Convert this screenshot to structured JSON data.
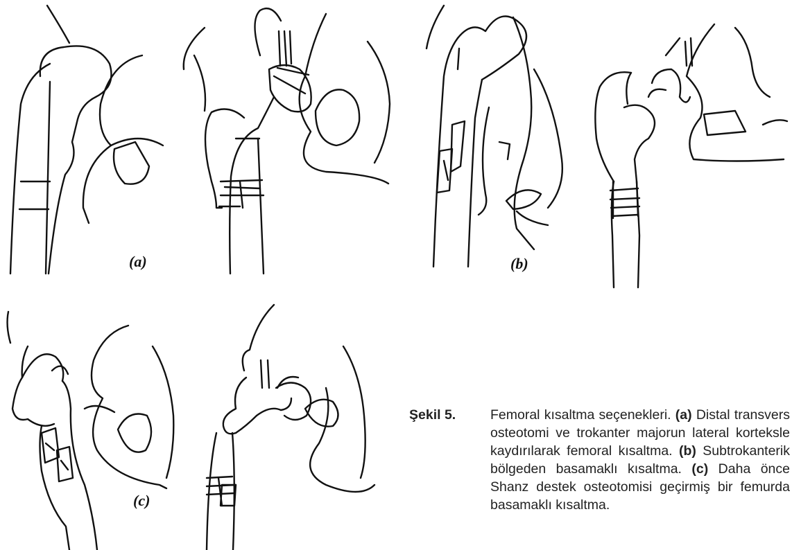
{
  "figure": {
    "panel_labels": {
      "a": "(a)",
      "b": "(b)",
      "c": "(c)"
    },
    "caption": {
      "label": "Şekil 5.",
      "intro": "Femoral kısaltma seçenekleri.",
      "a_marker": "(a)",
      "a_text": "Distal transvers osteotomi ve trokanter majorun lateral korteksle kaydırılarak femoral kısaltma.",
      "b_marker": "(b)",
      "b_text": "Subtrokanterik bölgeden basamaklı kısaltma.",
      "c_marker": "(c)",
      "c_text": "Daha önce Shanz destek osteotomisi geçirmiş bir femurda basamaklı kısaltma."
    }
  }
}
